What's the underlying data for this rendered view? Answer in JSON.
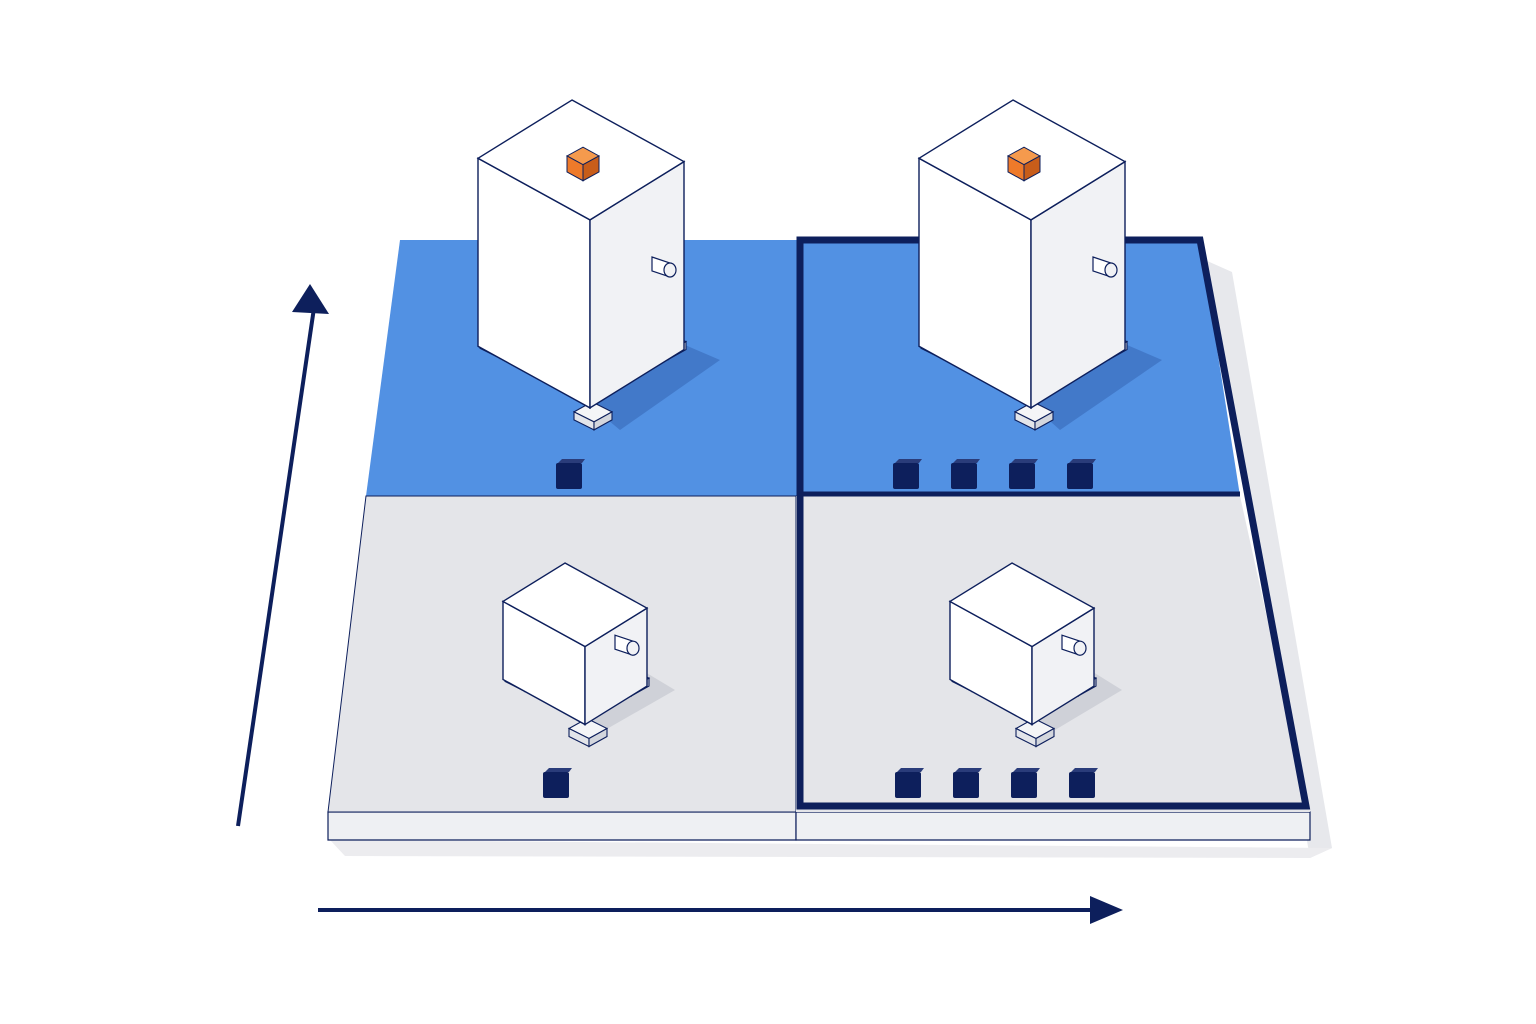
{
  "colors": {
    "navy": "#0d1f5c",
    "blue": "#5291e3",
    "blue_shadow": "#3f74c4",
    "gray": "#e4e5e9",
    "gray_shadow": "#cfd1d8",
    "white": "#ffffff",
    "orange": "#ee7a2a"
  },
  "quadrants": [
    {
      "id": "top-left",
      "fill": "blue",
      "highlighted": false,
      "machine": "tall",
      "indicator": true,
      "block_count": 1
    },
    {
      "id": "top-right",
      "fill": "blue",
      "highlighted": true,
      "machine": "tall",
      "indicator": true,
      "block_count": 4
    },
    {
      "id": "bottom-left",
      "fill": "gray",
      "highlighted": false,
      "machine": "short",
      "indicator": false,
      "block_count": 1
    },
    {
      "id": "bottom-right",
      "fill": "gray",
      "highlighted": true,
      "machine": "short",
      "indicator": false,
      "block_count": 4
    }
  ],
  "axes": {
    "x": {
      "direction": "right",
      "label": ""
    },
    "y": {
      "direction": "up",
      "label": ""
    }
  }
}
